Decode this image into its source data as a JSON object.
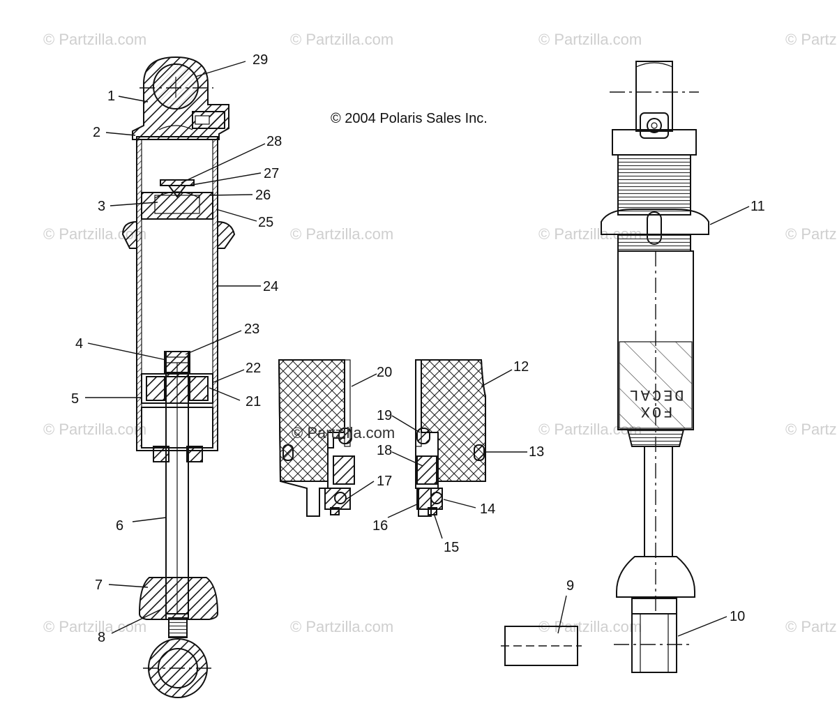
{
  "watermark": "© Partzilla.com",
  "copyright": "© 2004 Polaris Sales Inc.",
  "decal_text": [
    "DECAL",
    "FOX"
  ],
  "callouts": [
    "1",
    "2",
    "3",
    "4",
    "5",
    "6",
    "7",
    "8",
    "9",
    "10",
    "11",
    "12",
    "13",
    "14",
    "15",
    "16",
    "17",
    "18",
    "19",
    "20",
    "21",
    "22",
    "23",
    "24",
    "25",
    "26",
    "27",
    "28",
    "29"
  ]
}
